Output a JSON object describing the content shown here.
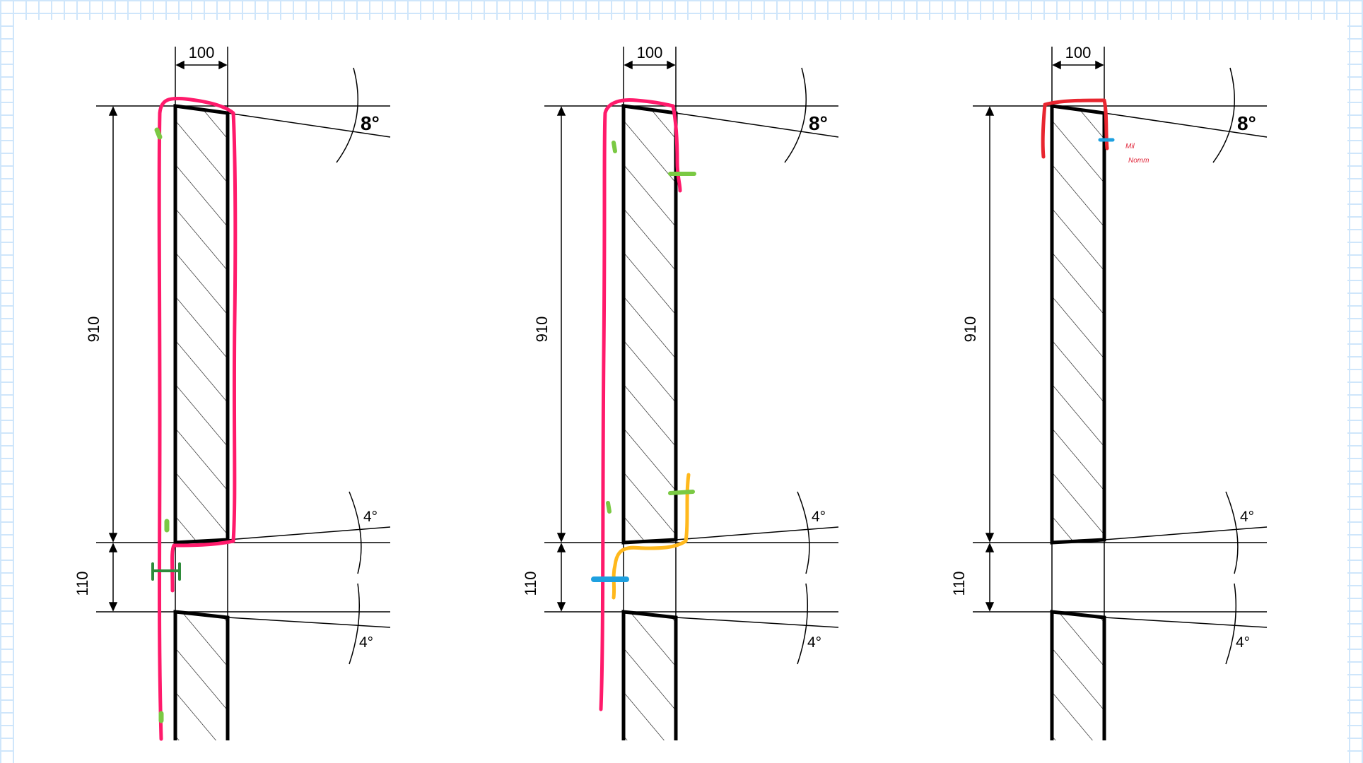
{
  "colors": {
    "grid": "#cfe6fb",
    "line": "#000000",
    "pink": "#ff1a6b",
    "green": "#7ac943",
    "dark_green": "#2e8b3a",
    "blue": "#1ea0e0",
    "orange": "#ffb81c",
    "red": "#e8252f"
  },
  "panels": [
    {
      "width_label": "100",
      "height_label": "910",
      "gap_label": "110",
      "top_angle": "8°",
      "mid_angle": "4°",
      "bottom_angle": "4°"
    },
    {
      "width_label": "100",
      "height_label": "910",
      "gap_label": "110",
      "top_angle": "8°",
      "mid_angle": "4°",
      "bottom_angle": "4°"
    },
    {
      "width_label": "100",
      "height_label": "910",
      "gap_label": "110",
      "top_angle": "8°",
      "mid_angle": "4°",
      "bottom_angle": "4°",
      "note_line1": "Mil",
      "note_line2": "Nomm"
    }
  ]
}
